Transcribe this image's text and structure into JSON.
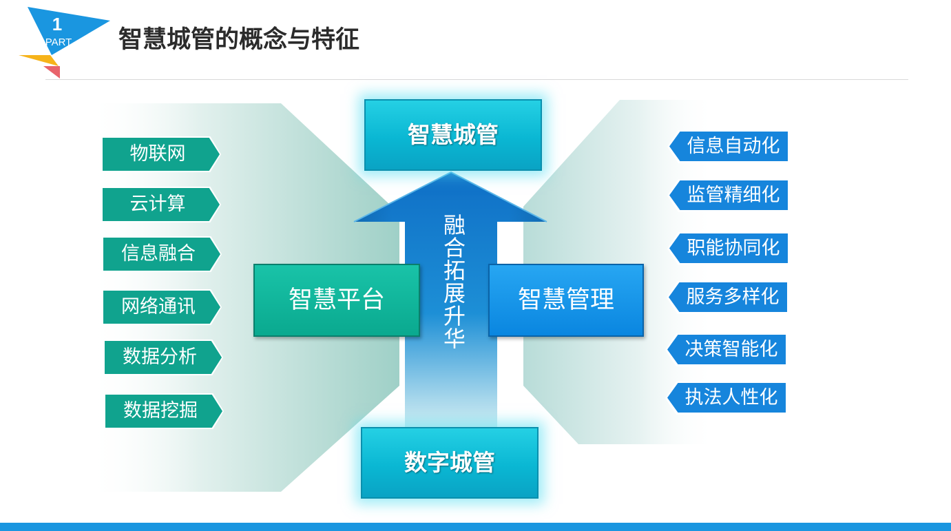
{
  "header": {
    "part_number": "1",
    "part_label": "PART",
    "title": "智慧城管的概念与特征"
  },
  "center": {
    "top_label": "智慧城管",
    "bottom_label": "数字城管",
    "left_label": "智慧平台",
    "right_label": "智慧管理",
    "arrow_text": "融合拓展升华"
  },
  "left_tags": [
    "物联网",
    "云计算",
    "信息融合",
    "网络通讯",
    "数据分析",
    "数据挖掘"
  ],
  "right_tags": [
    "信息自动化",
    "监管精细化",
    "职能协同化",
    "服务多样化",
    "决策智能化",
    "执法人性化"
  ],
  "colors": {
    "teal": "#10a38e",
    "blue": "#1685dc",
    "cyan": "#0ab7d3",
    "bottom_bar": "#1a96e0"
  }
}
